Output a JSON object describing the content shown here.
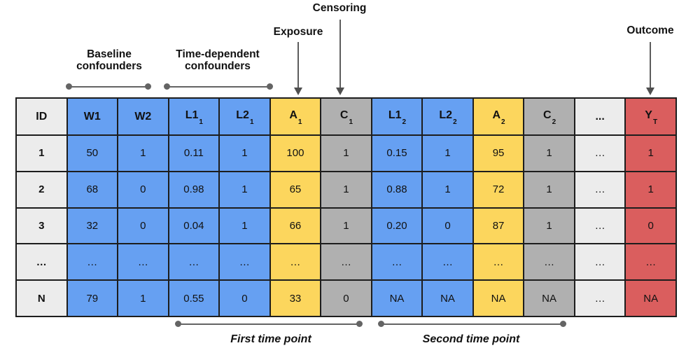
{
  "figure": {
    "annotations": {
      "censoring": "Censoring",
      "exposure": "Exposure",
      "outcome": "Outcome",
      "baseline_confounders": "Baseline\nconfounders",
      "time_dependent_confounders": "Time-dependent\nconfounders",
      "first_time_point": "First time point",
      "second_time_point": "Second time point"
    },
    "colors": {
      "blue": "#66a0f2",
      "yellow": "#fcd65d",
      "gray": "#b0b0b0",
      "light_gray": "#ececec",
      "red": "#da5e5e",
      "border": "#1d1d1d",
      "annotation": "#5c5c5c"
    },
    "table": {
      "columns": [
        {
          "text": "ID",
          "sub": "",
          "type": "id"
        },
        {
          "text": "W1",
          "sub": "",
          "type": "blue"
        },
        {
          "text": "W2",
          "sub": "",
          "type": "blue"
        },
        {
          "text": "L1",
          "sub": "1",
          "type": "blue"
        },
        {
          "text": "L2",
          "sub": "1",
          "type": "blue"
        },
        {
          "text": "A",
          "sub": "1",
          "type": "yellow"
        },
        {
          "text": "C",
          "sub": "1",
          "type": "gray"
        },
        {
          "text": "L1",
          "sub": "2",
          "type": "blue"
        },
        {
          "text": "L2",
          "sub": "2",
          "type": "blue"
        },
        {
          "text": "A",
          "sub": "2",
          "type": "yellow"
        },
        {
          "text": "C",
          "sub": "2",
          "type": "gray"
        },
        {
          "text": "...",
          "sub": "",
          "type": "light"
        },
        {
          "text": "Y",
          "sub": "T",
          "type": "red"
        }
      ],
      "rows": [
        [
          "1",
          "50",
          "1",
          "0.11",
          "1",
          "100",
          "1",
          "0.15",
          "1",
          "95",
          "1",
          "…",
          "1"
        ],
        [
          "2",
          "68",
          "0",
          "0.98",
          "1",
          "65",
          "1",
          "0.88",
          "1",
          "72",
          "1",
          "…",
          "1"
        ],
        [
          "3",
          "32",
          "0",
          "0.04",
          "1",
          "66",
          "1",
          "0.20",
          "0",
          "87",
          "1",
          "…",
          "0"
        ],
        [
          "…",
          "…",
          "…",
          "…",
          "…",
          "…",
          "…",
          "…",
          "…",
          "…",
          "…",
          "…",
          "…"
        ],
        [
          "N",
          "79",
          "1",
          "0.55",
          "0",
          "33",
          "0",
          "NA",
          "NA",
          "NA",
          "NA",
          "…",
          "NA"
        ]
      ]
    }
  }
}
